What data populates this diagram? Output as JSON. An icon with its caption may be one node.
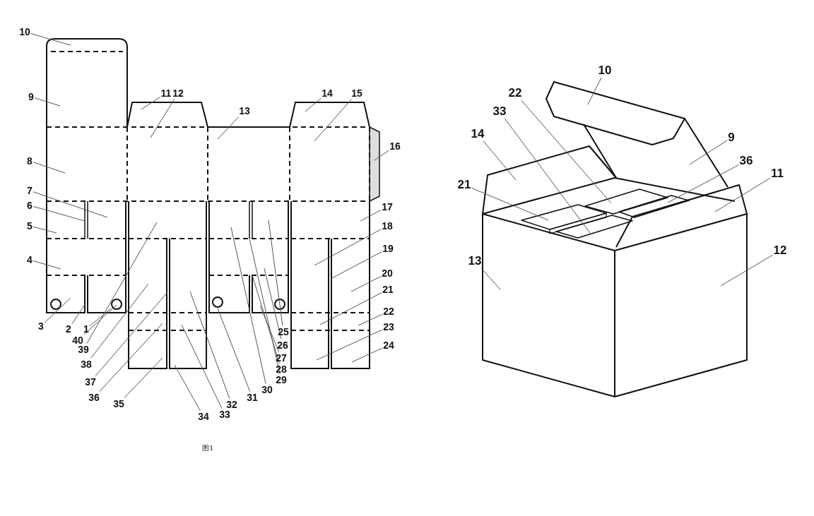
{
  "diagram": {
    "caption": "图1",
    "nodes": [
      {
        "text": [
          "1"
        ]
      },
      {
        "text": [
          "2"
        ]
      },
      {
        "text": [
          "3"
        ]
      },
      {
        "text": [
          "4"
        ]
      },
      {
        "text": [
          "5"
        ]
      },
      {
        "text": [
          "6"
        ]
      },
      {
        "text": [
          "7"
        ]
      },
      {
        "text": [
          "8"
        ]
      },
      {
        "text": [
          "9"
        ]
      },
      {
        "text": [
          "10"
        ]
      },
      {
        "text": [
          "11"
        ]
      },
      {
        "text": [
          "12"
        ]
      },
      {
        "text": [
          "13"
        ]
      },
      {
        "text": [
          "14"
        ]
      },
      {
        "text": [
          "15"
        ]
      },
      {
        "text": [
          "16"
        ]
      },
      {
        "text": [
          "17"
        ]
      },
      {
        "text": [
          "18"
        ]
      },
      {
        "text": [
          "19"
        ]
      },
      {
        "text": [
          "20"
        ]
      },
      {
        "text": [
          "21"
        ]
      },
      {
        "text": [
          "22"
        ]
      },
      {
        "text": [
          "23"
        ]
      },
      {
        "text": [
          "24"
        ]
      },
      {
        "text": [
          "25"
        ]
      },
      {
        "text": [
          "26"
        ]
      },
      {
        "text": [
          "27"
        ]
      },
      {
        "text": [
          "28"
        ]
      },
      {
        "text": [
          "29"
        ]
      },
      {
        "text": [
          "30"
        ]
      },
      {
        "text": [
          "31"
        ]
      },
      {
        "text": [
          "32"
        ]
      },
      {
        "text": [
          "33"
        ]
      },
      {
        "text": [
          "34"
        ]
      },
      {
        "text": [
          "35"
        ]
      },
      {
        "text": [
          "36"
        ]
      },
      {
        "text": [
          "37"
        ]
      },
      {
        "text": [
          "38"
        ]
      },
      {
        "text": [
          "39"
        ]
      },
      {
        "text": [
          "40"
        ]
      },
      {
        "text": [
          "10"
        ]
      },
      {
        "text": [
          "22"
        ]
      },
      {
        "text": [
          "33"
        ]
      },
      {
        "text": [
          "14"
        ]
      },
      {
        "text": [
          "21"
        ]
      },
      {
        "text": [
          "9"
        ]
      },
      {
        "text": [
          "36"
        ]
      },
      {
        "text": [
          "11"
        ]
      },
      {
        "text": [
          "13"
        ]
      },
      {
        "text": [
          "12"
        ]
      }
    ],
    "edges": [
      {
        "from": 0,
        "to": null,
        "arrow": "none"
      },
      {
        "from": 1,
        "to": null,
        "arrow": "none"
      },
      {
        "from": 2,
        "to": null,
        "arrow": "none"
      },
      {
        "from": 3,
        "to": null,
        "arrow": "none"
      },
      {
        "from": 4,
        "to": null,
        "arrow": "none"
      },
      {
        "from": 5,
        "to": null,
        "arrow": "none"
      },
      {
        "from": 6,
        "to": null,
        "arrow": "none"
      },
      {
        "from": 7,
        "to": null,
        "arrow": "none"
      },
      {
        "from": 8,
        "to": null,
        "arrow": "none"
      },
      {
        "from": 9,
        "to": null,
        "arrow": "none"
      },
      {
        "from": 10,
        "to": null,
        "arrow": "none"
      },
      {
        "from": 11,
        "to": null,
        "arrow": "none"
      },
      {
        "from": 12,
        "to": null,
        "arrow": "none"
      },
      {
        "from": 13,
        "to": null,
        "arrow": "none"
      },
      {
        "from": 14,
        "to": null,
        "arrow": "none"
      },
      {
        "from": 15,
        "to": null,
        "arrow": "none"
      },
      {
        "from": 16,
        "to": null,
        "arrow": "none"
      },
      {
        "from": 17,
        "to": null,
        "arrow": "none"
      },
      {
        "from": 18,
        "to": null,
        "arrow": "none"
      },
      {
        "from": 19,
        "to": null,
        "arrow": "none"
      },
      {
        "from": 20,
        "to": null,
        "arrow": "none"
      },
      {
        "from": 21,
        "to": null,
        "arrow": "none"
      },
      {
        "from": 22,
        "to": null,
        "arrow": "none"
      },
      {
        "from": 23,
        "to": null,
        "arrow": "none"
      },
      {
        "from": 24,
        "to": null,
        "arrow": "none"
      },
      {
        "from": 25,
        "to": null,
        "arrow": "none"
      },
      {
        "from": 26,
        "to": null,
        "arrow": "none"
      },
      {
        "from": 27,
        "to": null,
        "arrow": "none"
      },
      {
        "from": 28,
        "to": null,
        "arrow": "none"
      },
      {
        "from": 29,
        "to": null,
        "arrow": "none"
      },
      {
        "from": 30,
        "to": null,
        "arrow": "none"
      },
      {
        "from": 31,
        "to": null,
        "arrow": "none"
      },
      {
        "from": 32,
        "to": null,
        "arrow": "none"
      },
      {
        "from": 33,
        "to": null,
        "arrow": "none"
      },
      {
        "from": 34,
        "to": null,
        "arrow": "none"
      },
      {
        "from": 35,
        "to": null,
        "arrow": "none"
      },
      {
        "from": 36,
        "to": null,
        "arrow": "none"
      },
      {
        "from": 37,
        "to": null,
        "arrow": "none"
      },
      {
        "from": 38,
        "to": null,
        "arrow": "none"
      },
      {
        "from": 39,
        "to": null,
        "arrow": "none"
      },
      {
        "from": 40,
        "to": null,
        "arrow": "none"
      },
      {
        "from": 41,
        "to": null,
        "arrow": "none"
      },
      {
        "from": 42,
        "to": null,
        "arrow": "none"
      },
      {
        "from": 43,
        "to": null,
        "arrow": "none"
      },
      {
        "from": 44,
        "to": null,
        "arrow": "none"
      },
      {
        "from": 45,
        "to": null,
        "arrow": "none"
      },
      {
        "from": 46,
        "to": null,
        "arrow": "none"
      },
      {
        "from": 47,
        "to": null,
        "arrow": "none"
      },
      {
        "from": 48,
        "to": null,
        "arrow": "none"
      },
      {
        "from": 49,
        "to": null,
        "arrow": "none"
      }
    ]
  }
}
